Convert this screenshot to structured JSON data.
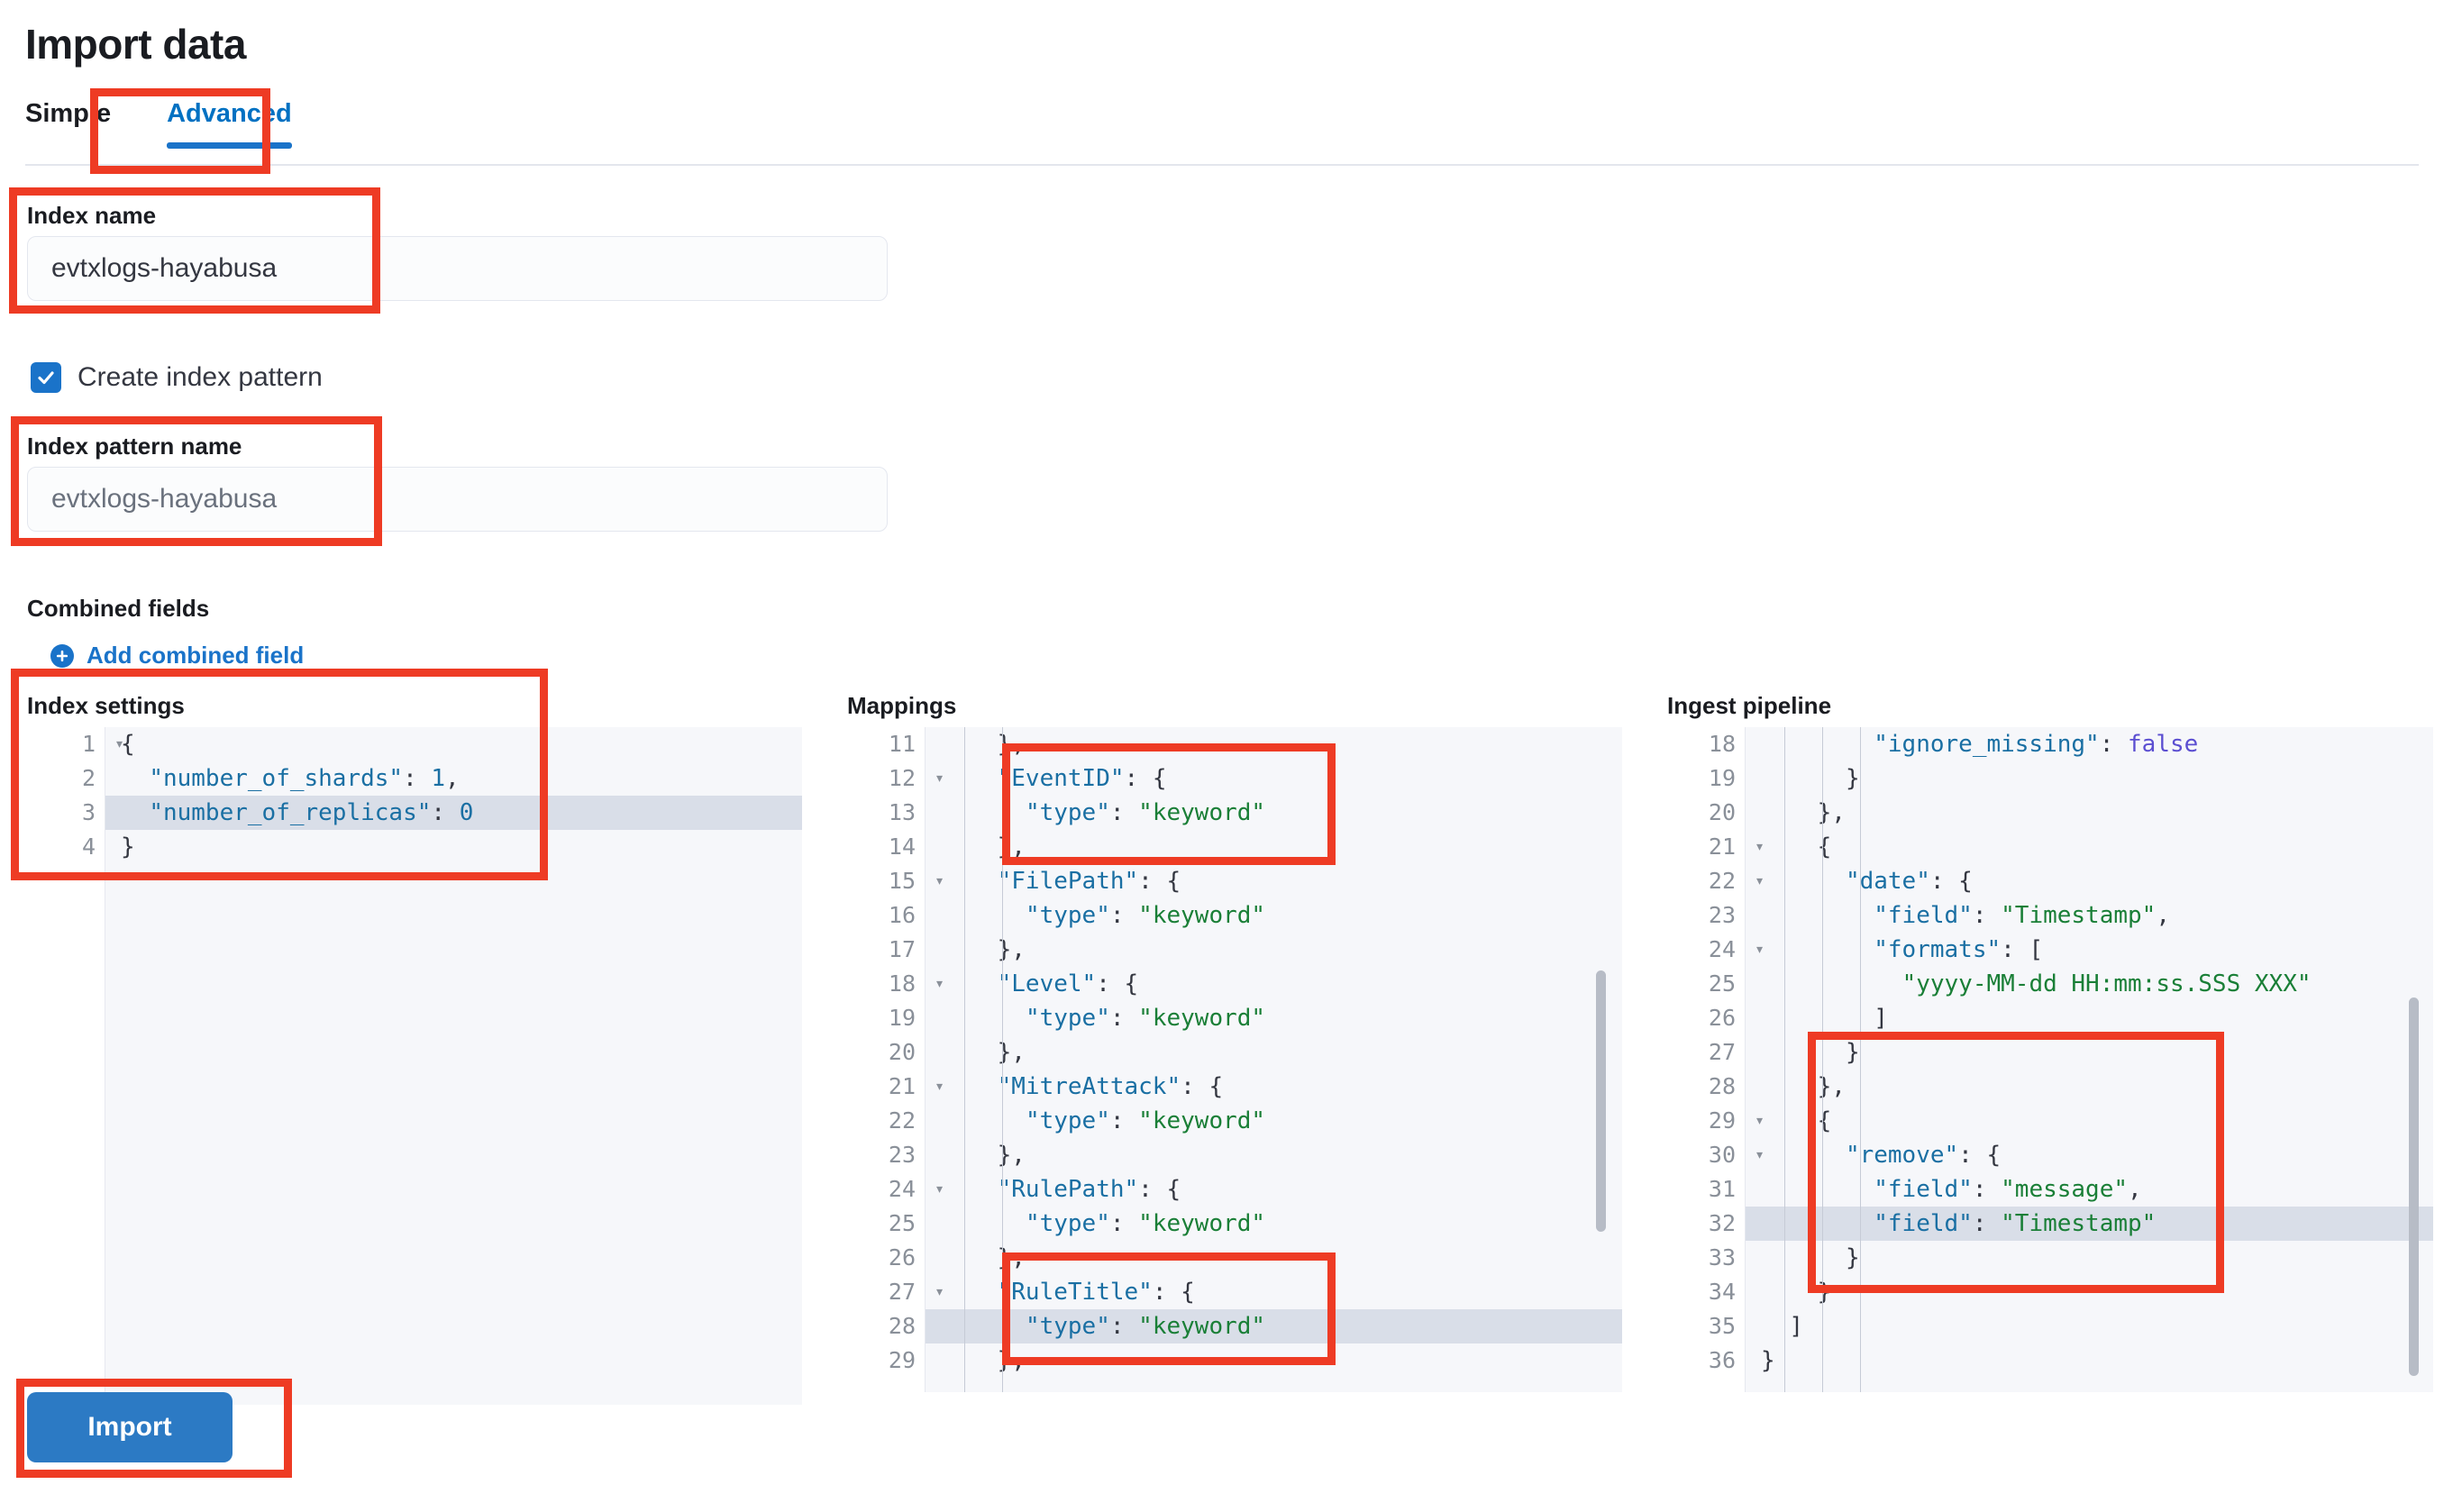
{
  "header": {
    "title": "Import data"
  },
  "tabs": [
    {
      "label": "Simple",
      "active": false
    },
    {
      "label": "Advanced",
      "active": true
    }
  ],
  "form": {
    "index_name": {
      "label": "Index name",
      "value": "evtxlogs-hayabusa"
    },
    "create_index_pattern": {
      "label": "Create index pattern",
      "checked": true
    },
    "index_pattern_name": {
      "label": "Index pattern name",
      "placeholder": "evtxlogs-hayabusa"
    },
    "combined_fields": {
      "label": "Combined fields",
      "add_label": "Add combined field"
    }
  },
  "editors": {
    "index_settings": {
      "title": "Index settings",
      "first_line": 1,
      "highlight_line": 3,
      "lines": [
        {
          "num": 1,
          "fold": true,
          "text": "{"
        },
        {
          "num": 2,
          "fold": false,
          "text": "  \"number_of_shards\": 1,"
        },
        {
          "num": 3,
          "fold": false,
          "text": "  \"number_of_replicas\": 0"
        },
        {
          "num": 4,
          "fold": false,
          "text": "}"
        }
      ]
    },
    "mappings": {
      "title": "Mappings",
      "first_line": 11,
      "highlight_line": 28,
      "lines": [
        {
          "num": 11,
          "fold": false,
          "text": "    },"
        },
        {
          "num": 12,
          "fold": true,
          "text": "    \"EventID\": {"
        },
        {
          "num": 13,
          "fold": false,
          "text": "      \"type\": \"keyword\""
        },
        {
          "num": 14,
          "fold": false,
          "text": "    },"
        },
        {
          "num": 15,
          "fold": true,
          "text": "    \"FilePath\": {"
        },
        {
          "num": 16,
          "fold": false,
          "text": "      \"type\": \"keyword\""
        },
        {
          "num": 17,
          "fold": false,
          "text": "    },"
        },
        {
          "num": 18,
          "fold": true,
          "text": "    \"Level\": {"
        },
        {
          "num": 19,
          "fold": false,
          "text": "      \"type\": \"keyword\""
        },
        {
          "num": 20,
          "fold": false,
          "text": "    },"
        },
        {
          "num": 21,
          "fold": true,
          "text": "    \"MitreAttack\": {"
        },
        {
          "num": 22,
          "fold": false,
          "text": "      \"type\": \"keyword\""
        },
        {
          "num": 23,
          "fold": false,
          "text": "    },"
        },
        {
          "num": 24,
          "fold": true,
          "text": "    \"RulePath\": {"
        },
        {
          "num": 25,
          "fold": false,
          "text": "      \"type\": \"keyword\""
        },
        {
          "num": 26,
          "fold": false,
          "text": "    },"
        },
        {
          "num": 27,
          "fold": true,
          "text": "    \"RuleTitle\": {"
        },
        {
          "num": 28,
          "fold": false,
          "text": "      \"type\": \"keyword\""
        },
        {
          "num": 29,
          "fold": false,
          "text": "    },"
        }
      ]
    },
    "ingest_pipeline": {
      "title": "Ingest pipeline",
      "first_line": 18,
      "highlight_line": 32,
      "lines": [
        {
          "num": 18,
          "fold": false,
          "text": "        \"ignore_missing\": false"
        },
        {
          "num": 19,
          "fold": false,
          "text": "      }"
        },
        {
          "num": 20,
          "fold": false,
          "text": "    },"
        },
        {
          "num": 21,
          "fold": true,
          "text": "    {"
        },
        {
          "num": 22,
          "fold": true,
          "text": "      \"date\": {"
        },
        {
          "num": 23,
          "fold": false,
          "text": "        \"field\": \"Timestamp\","
        },
        {
          "num": 24,
          "fold": true,
          "text": "        \"formats\": ["
        },
        {
          "num": 25,
          "fold": false,
          "text": "          \"yyyy-MM-dd HH:mm:ss.SSS XXX\""
        },
        {
          "num": 26,
          "fold": false,
          "text": "        ]"
        },
        {
          "num": 27,
          "fold": false,
          "text": "      }"
        },
        {
          "num": 28,
          "fold": false,
          "text": "    },"
        },
        {
          "num": 29,
          "fold": true,
          "text": "    {"
        },
        {
          "num": 30,
          "fold": true,
          "text": "      \"remove\": {"
        },
        {
          "num": 31,
          "fold": false,
          "text": "        \"field\": \"message\","
        },
        {
          "num": 32,
          "fold": false,
          "text": "        \"field\": \"Timestamp\""
        },
        {
          "num": 33,
          "fold": false,
          "text": "      }"
        },
        {
          "num": 34,
          "fold": false,
          "text": "    }"
        },
        {
          "num": 35,
          "fold": false,
          "text": "  ]"
        },
        {
          "num": 36,
          "fold": false,
          "text": "}"
        }
      ]
    }
  },
  "actions": {
    "import_label": "Import"
  },
  "colors": {
    "accent": "#1a73c9",
    "annotation": "#ee3b24",
    "button": "#2c7ac4",
    "string": "#1a7f37",
    "key": "#1a6fa3",
    "boolean": "#5b4ed1"
  }
}
